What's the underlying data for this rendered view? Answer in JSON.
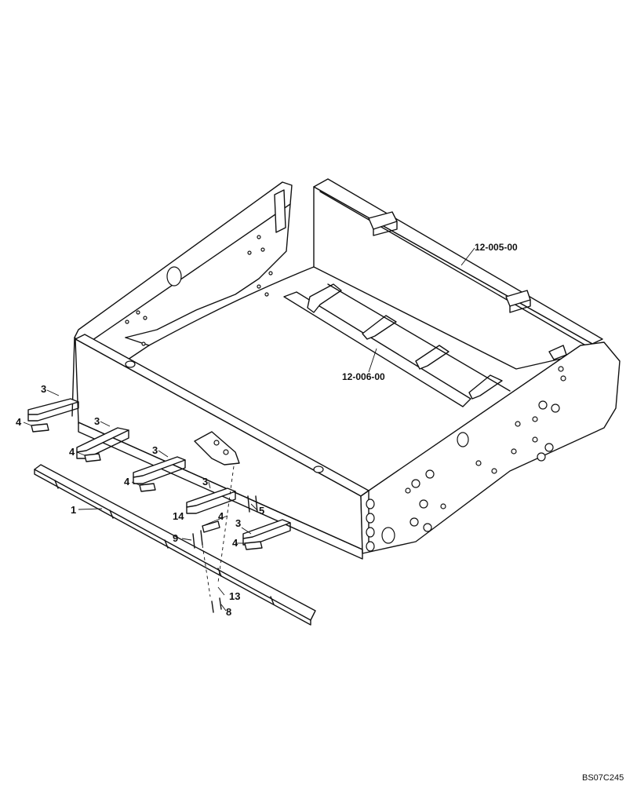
{
  "refs": {
    "top_assembly": "12-005-00",
    "inner_assembly": "12-006-00"
  },
  "callouts": {
    "c1": "1",
    "c3a": "3",
    "c3b": "3",
    "c3c": "3",
    "c3d": "3",
    "c3e": "3",
    "c4a": "4",
    "c4b": "4",
    "c4c": "4",
    "c4d": "4",
    "c4e": "4",
    "c5": "5",
    "c8": "8",
    "c9": "9",
    "c13": "13",
    "c14": "14"
  },
  "drawing_code": "BS07C245"
}
